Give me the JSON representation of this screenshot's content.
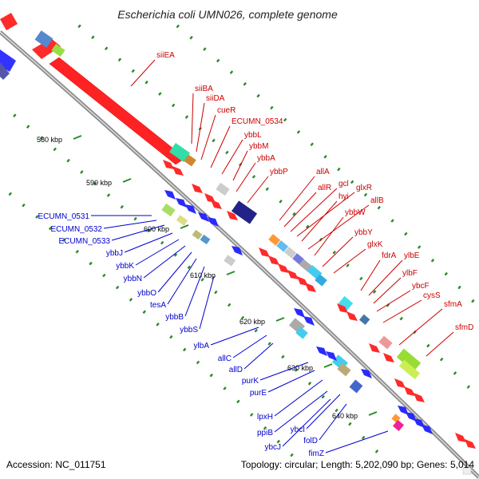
{
  "title": "Escherichia coli UMN026, complete genome",
  "footer": {
    "accession": "Accession: NC_011751",
    "topology": "Topology: circular; Length: 5,202,090 bp; Genes: 5,014"
  },
  "scale_marks": [
    "580 kbp",
    "590 kbp",
    "600 kbp",
    "610 kbp",
    "620 kbp",
    "630 kbp",
    "640 kbp"
  ],
  "genes_red": [
    "siiEA",
    "siiBA",
    "siiDA",
    "cueR",
    "ECUMN_0534",
    "ybbL",
    "ybbM",
    "ybbA",
    "ybbP",
    "allA",
    "allR",
    "gcl",
    "glxR",
    "hyi",
    "allB",
    "ybbW",
    "ybbY",
    "glxK",
    "fdrA",
    "ylbE",
    "ylbF",
    "ybcF",
    "cysS",
    "sfmA",
    "sfmD"
  ],
  "genes_blue": [
    "ECUMN_0531",
    "ECUMN_0532",
    "ECUMN_0533",
    "ybbJ",
    "ybbK",
    "ybbN",
    "ybbO",
    "tesA",
    "ybbB",
    "ybbS",
    "ylbA",
    "allC",
    "allD",
    "purK",
    "purE",
    "lpxH",
    "ppiB",
    "ybcJ",
    "ybcI",
    "folD",
    "fimZ"
  ],
  "colors": {
    "forward_strand": "#ff2a2a",
    "reverse_strand": "#2a2aff",
    "backbone": "#999999",
    "label_red": "#cc0000",
    "label_blue": "#0000cc",
    "tick_green": "#2a8a2a"
  }
}
